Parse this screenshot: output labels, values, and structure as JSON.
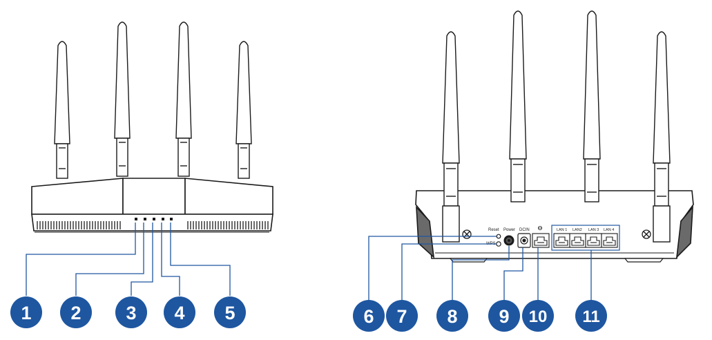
{
  "colors": {
    "callout": "#1e56a0",
    "leader": "#1e56a0",
    "body_outline": "#1a1a1a",
    "body_fill": "#ffffff",
    "side_panel": "#6a6a6a"
  },
  "back_labels": {
    "reset": "Reset",
    "power": "Power",
    "dcin": "DCIN",
    "wps": "WPS",
    "lan1": "LAN 1",
    "lan2": "LAN2",
    "lan3": "LAN 3",
    "lan4": "LAN 4"
  },
  "callouts": [
    {
      "label": "1"
    },
    {
      "label": "2"
    },
    {
      "label": "3"
    },
    {
      "label": "4"
    },
    {
      "label": "5"
    },
    {
      "label": "6"
    },
    {
      "label": "7"
    },
    {
      "label": "8"
    },
    {
      "label": "9"
    },
    {
      "label": "10"
    },
    {
      "label": "11"
    }
  ]
}
